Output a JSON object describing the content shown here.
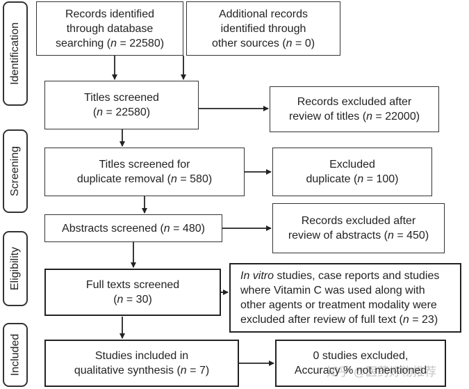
{
  "phases": {
    "identification": "Identification",
    "screening": "Screening",
    "eligibility": "Eligibility",
    "included": "Included"
  },
  "boxes": {
    "db_search": {
      "line1": "Records identified",
      "line2": "through database",
      "line3_pre": "searching (",
      "line3_n": "n",
      "line3_post": " = 22580)"
    },
    "other_sources": {
      "line1": "Additional records",
      "line2": "identified through",
      "line3_pre": "other sources (",
      "line3_n": "n",
      "line3_post": " = 0)"
    },
    "titles_screened": {
      "line1": "Titles screened",
      "line2_pre": "(",
      "line2_n": "n",
      "line2_post": " = 22580)"
    },
    "excluded_titles": {
      "line1": "Records excluded after",
      "line2_pre": "review of titles (",
      "line2_n": "n",
      "line2_post": " = 22000)"
    },
    "duplicate_removal": {
      "line1": "Titles screened for",
      "line2_pre": "duplicate removal (",
      "line2_n": "n",
      "line2_post": " = 580)"
    },
    "excluded_duplicate": {
      "line1": "Excluded",
      "line2_pre": "duplicate (",
      "line2_n": "n",
      "line2_post": " = 100)"
    },
    "abstracts": {
      "line1_pre": "Abstracts screened (",
      "line1_n": "n",
      "line1_post": " = 480)"
    },
    "excluded_abstracts": {
      "line1": "Records excluded after",
      "line2_pre": "review of abstracts (",
      "line2_n": "n",
      "line2_post": " = 450)"
    },
    "full_texts": {
      "line1": "Full texts screened",
      "line2_pre": "(",
      "line2_n": "n",
      "line2_post": " = 30)"
    },
    "excluded_full_text": {
      "line1_italic": "In vitro",
      "line1_rest": " studies, case reports and studies",
      "line2": "where Vitamin C was used along with",
      "line3": "other agents or treatment modality were",
      "line4_pre": "excluded after review of full text (",
      "line4_n": "n",
      "line4_post": " = 23)"
    },
    "included_studies": {
      "line1": "Studies included in",
      "line2_pre": "qualitative synthesis (",
      "line2_n": "n",
      "line2_post": " = 7)"
    },
    "zero_excluded": {
      "line1": "0 studies excluded,",
      "line2": "Accuracy % not mentioned"
    }
  },
  "watermark": "知乎 @医药好物推荐"
}
